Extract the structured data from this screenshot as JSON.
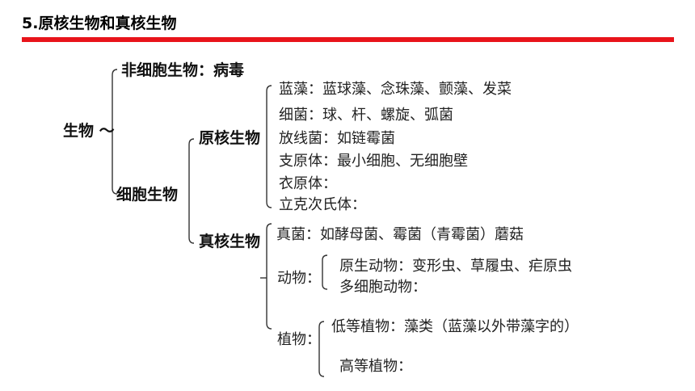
{
  "slide": {
    "title": "5.原核生物和真核生物"
  },
  "tree": {
    "root": "生物 ～",
    "non_cellular": "非细胞生物：病毒",
    "cellular": "细胞生物",
    "prokaryote": "原核生物",
    "prokaryote_items": [
      "蓝藻：蓝球藻、念珠藻、颤藻、发菜",
      "细菌：球、杆、螺旋、弧菌",
      "放线菌：如链霉菌",
      "支原体：最小细胞、无细胞壁",
      "衣原体：",
      "立克次氏体："
    ],
    "eukaryote": "真核生物",
    "fungi": "真菌：如酵母菌、霉菌（青霉菌）蘑菇",
    "animal": "动物：",
    "animal_items": [
      "原生动物：变形虫、草履虫、疟原虫",
      "多细胞动物："
    ],
    "plant": "植物：",
    "plant_items": [
      "低等植物：藻类（蓝藻以外带藻字的）",
      "高等植物："
    ]
  }
}
